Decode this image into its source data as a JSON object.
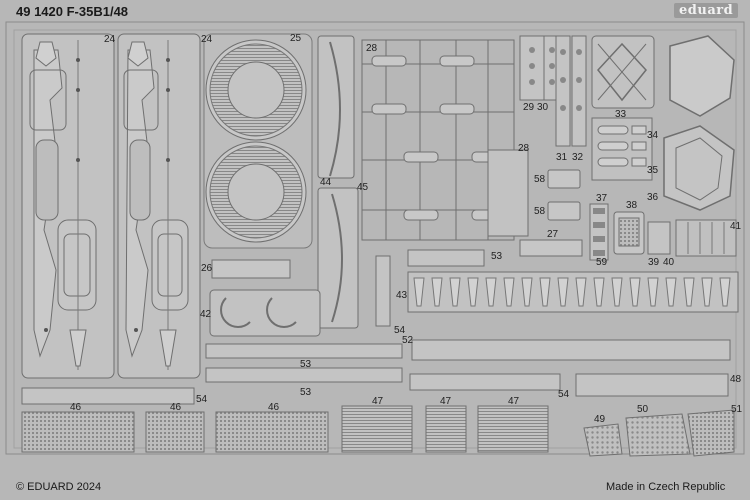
{
  "header": {
    "title": "49 1420 F-35B1/48",
    "brand": "eduard"
  },
  "footer": {
    "copyright": "© EDUARD 2024",
    "origin": "Made in Czech Republic"
  },
  "part_numbers": {
    "p24a": "24",
    "p24b": "24",
    "p25": "25",
    "p26": "26",
    "p27": "27",
    "p28a": "28",
    "p28b": "28",
    "p29": "29",
    "p30": "30",
    "p31": "31",
    "p32": "32",
    "p33": "33",
    "p34": "34",
    "p35": "35",
    "p36": "36",
    "p37": "37",
    "p38": "38",
    "p39": "39",
    "p40": "40",
    "p41": "41",
    "p42": "42",
    "p43": "43",
    "p44": "44",
    "p45": "45",
    "p46a": "46",
    "p46b": "46",
    "p46c": "46",
    "p47a": "47",
    "p47b": "47",
    "p47c": "47",
    "p48": "48",
    "p49": "49",
    "p50": "50",
    "p51": "51",
    "p52": "52",
    "p53a": "53",
    "p53b": "53",
    "p53c": "53",
    "p54a": "54",
    "p54b": "54",
    "p54c": "54",
    "p58a": "58",
    "p58b": "58",
    "p59": "59"
  },
  "colors": {
    "fret": "#b7b7b7",
    "part_edge": "#6f6f6f",
    "part_fill": "#c4c4c4",
    "text": "#222222"
  }
}
